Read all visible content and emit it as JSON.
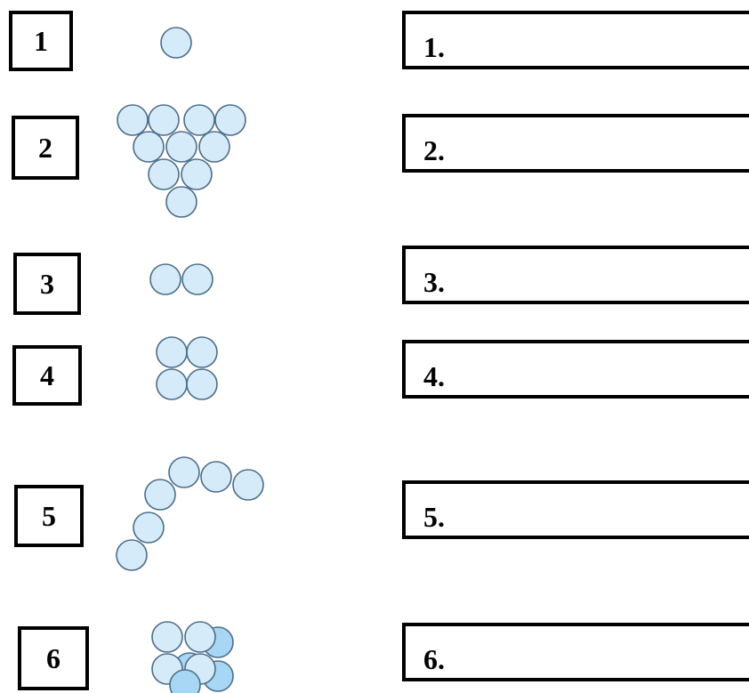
{
  "colors": {
    "ball_fill": "#d5ebfa",
    "ball_fill_dark": "#a8d7f5",
    "ball_stroke": "#4d6d88",
    "border": "#000000"
  },
  "items": [
    {
      "number": "1",
      "answer_label": "1.",
      "particle_count": 1
    },
    {
      "number": "2",
      "answer_label": "2.",
      "particle_count": 10
    },
    {
      "number": "3",
      "answer_label": "3.",
      "particle_count": 2
    },
    {
      "number": "4",
      "answer_label": "4.",
      "particle_count": 4
    },
    {
      "number": "5",
      "answer_label": "5.",
      "particle_count": 6
    },
    {
      "number": "6",
      "answer_label": "6.",
      "particle_count": 8
    }
  ]
}
